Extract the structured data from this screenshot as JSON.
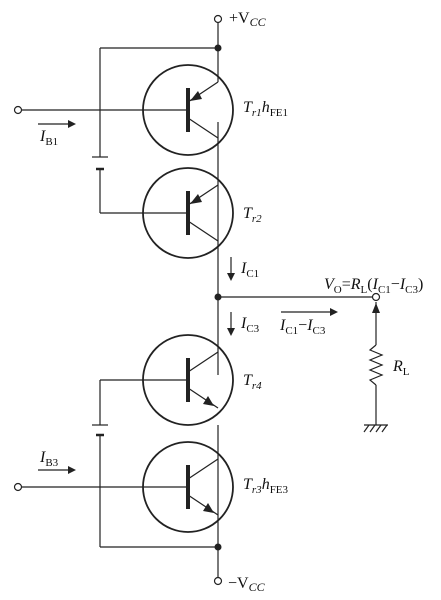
{
  "labels": {
    "vcc_pos": "+V",
    "vcc_pos_sub": "CC",
    "vcc_neg": "−V",
    "vcc_neg_sub": "CC",
    "ib1": "I",
    "ib1_sub": "B1",
    "ib3": "I",
    "ib3_sub": "B3",
    "tr1_name": "T",
    "tr1_name_sub": "r1",
    "tr1_h": "h",
    "tr1_h_sub": "FE1",
    "tr2_name": "T",
    "tr2_name_sub": "r2",
    "tr4_name": "T",
    "tr4_name_sub": "r4",
    "tr3_name": "T",
    "tr3_name_sub": "r3",
    "tr3_h": "h",
    "tr3_h_sub": "FE3",
    "ic1": "I",
    "ic1_sub": "C1",
    "ic3": "I",
    "ic3_sub": "C3",
    "diff_a": "I",
    "diff_a_sub": "C1",
    "diff_minus": "−",
    "diff_b": "I",
    "diff_b_sub": "C3",
    "vo_v": "V",
    "vo_sub": "O",
    "vo_eq": "=",
    "vo_r": "R",
    "vo_r_sub": "L",
    "vo_open": "(",
    "vo_i1": "I",
    "vo_i1_sub": "C1",
    "vo_minus": "−",
    "vo_i3": "I",
    "vo_i3_sub": "C3",
    "vo_close": ")",
    "rl": "R",
    "rl_sub": "L"
  }
}
